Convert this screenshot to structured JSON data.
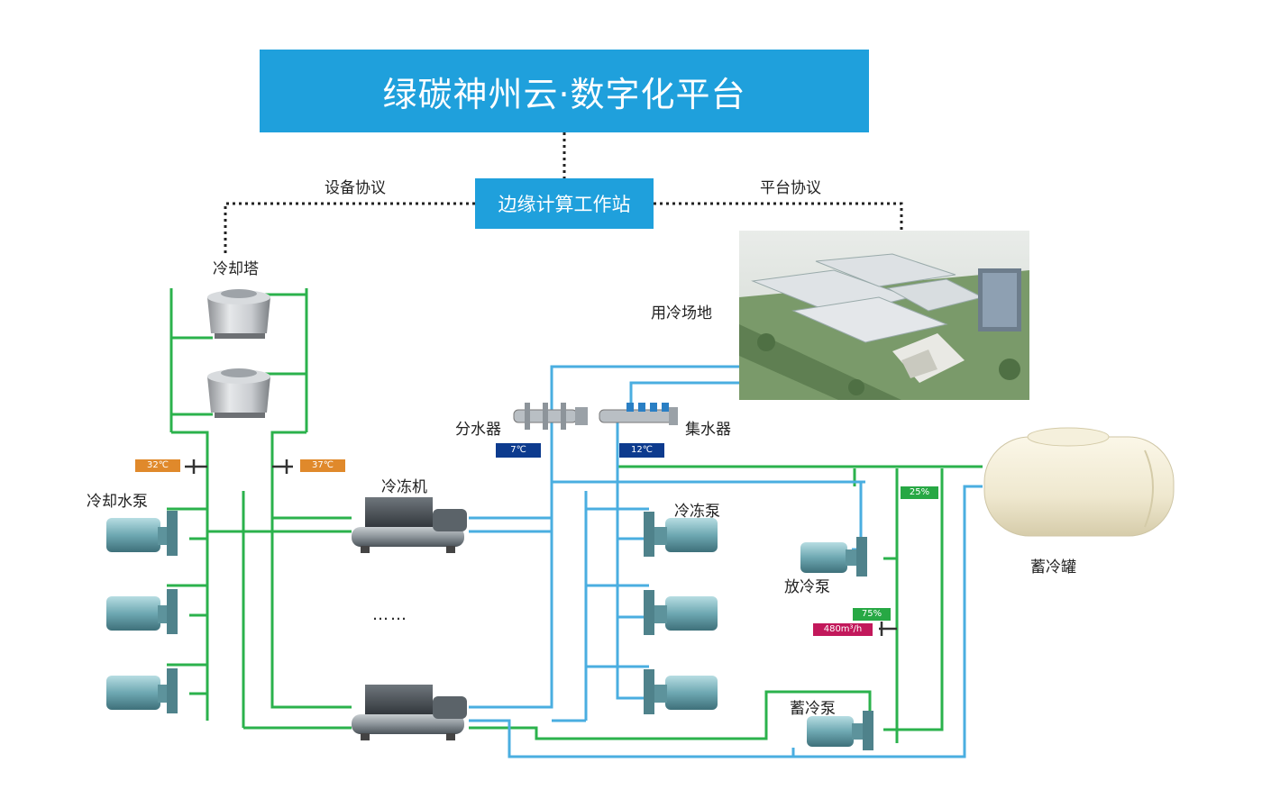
{
  "title": "绿碳神州云·数字化平台",
  "edge_station": "边缘计算工作站",
  "protocols": {
    "device": "设备协议",
    "platform": "平台协议"
  },
  "components": {
    "cooling_tower": "冷却塔",
    "cooling_water_pump": "冷却水泵",
    "chiller": "冷冻机",
    "chilled_pump": "冷冻泵",
    "distributor": "分水器",
    "collector": "集水器",
    "site": "用冷场地",
    "storage_tank": "蓄冷罐",
    "release_pump": "放冷泵",
    "storage_pump": "蓄冷泵",
    "ellipsis": "……"
  },
  "readings": {
    "supply_temp": "7℃",
    "return_temp": "12℃",
    "cooling_in_temp": "32℃",
    "cooling_out_temp": "37℃",
    "valve_upper": "25%",
    "valve_lower": "75%",
    "flow": "480m³/h"
  },
  "colors": {
    "header_blue": "#1fa0dc",
    "pipe_green": "#2bb24c",
    "pipe_blue": "#4aaee0",
    "tag_navy": "#0d3b8e",
    "tag_orange": "#e0892b",
    "tag_green": "#27a844",
    "tag_magenta": "#c2185b"
  }
}
